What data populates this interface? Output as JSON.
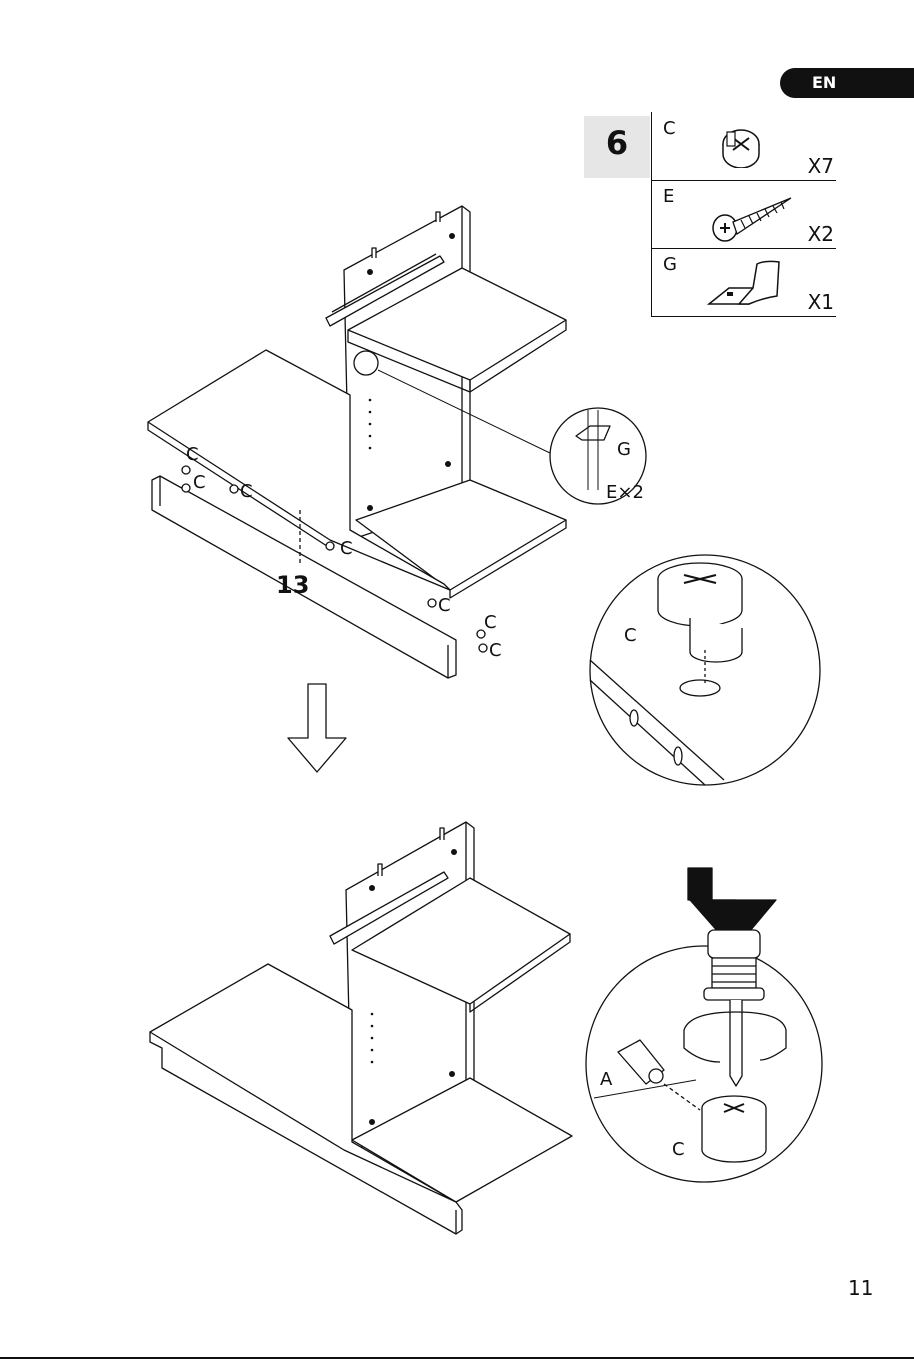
{
  "language": "EN",
  "step": {
    "number": "6"
  },
  "parts": [
    {
      "letter": "C",
      "qty": "X7",
      "icon": "cam-lock-icon"
    },
    {
      "letter": "E",
      "qty": "X2",
      "icon": "screw-icon"
    },
    {
      "letter": "G",
      "qty": "X1",
      "icon": "bracket-icon"
    }
  ],
  "callouts": {
    "top_labels": [
      "C",
      "C",
      "C",
      "C",
      "C",
      "C",
      "C"
    ],
    "part_number": "13",
    "detail_bracket_g": "G",
    "detail_bracket_e": "E×2",
    "detail_cam_c": "C",
    "detail_tool_a": "A",
    "detail_tool_c": "C"
  },
  "page_number": "11"
}
